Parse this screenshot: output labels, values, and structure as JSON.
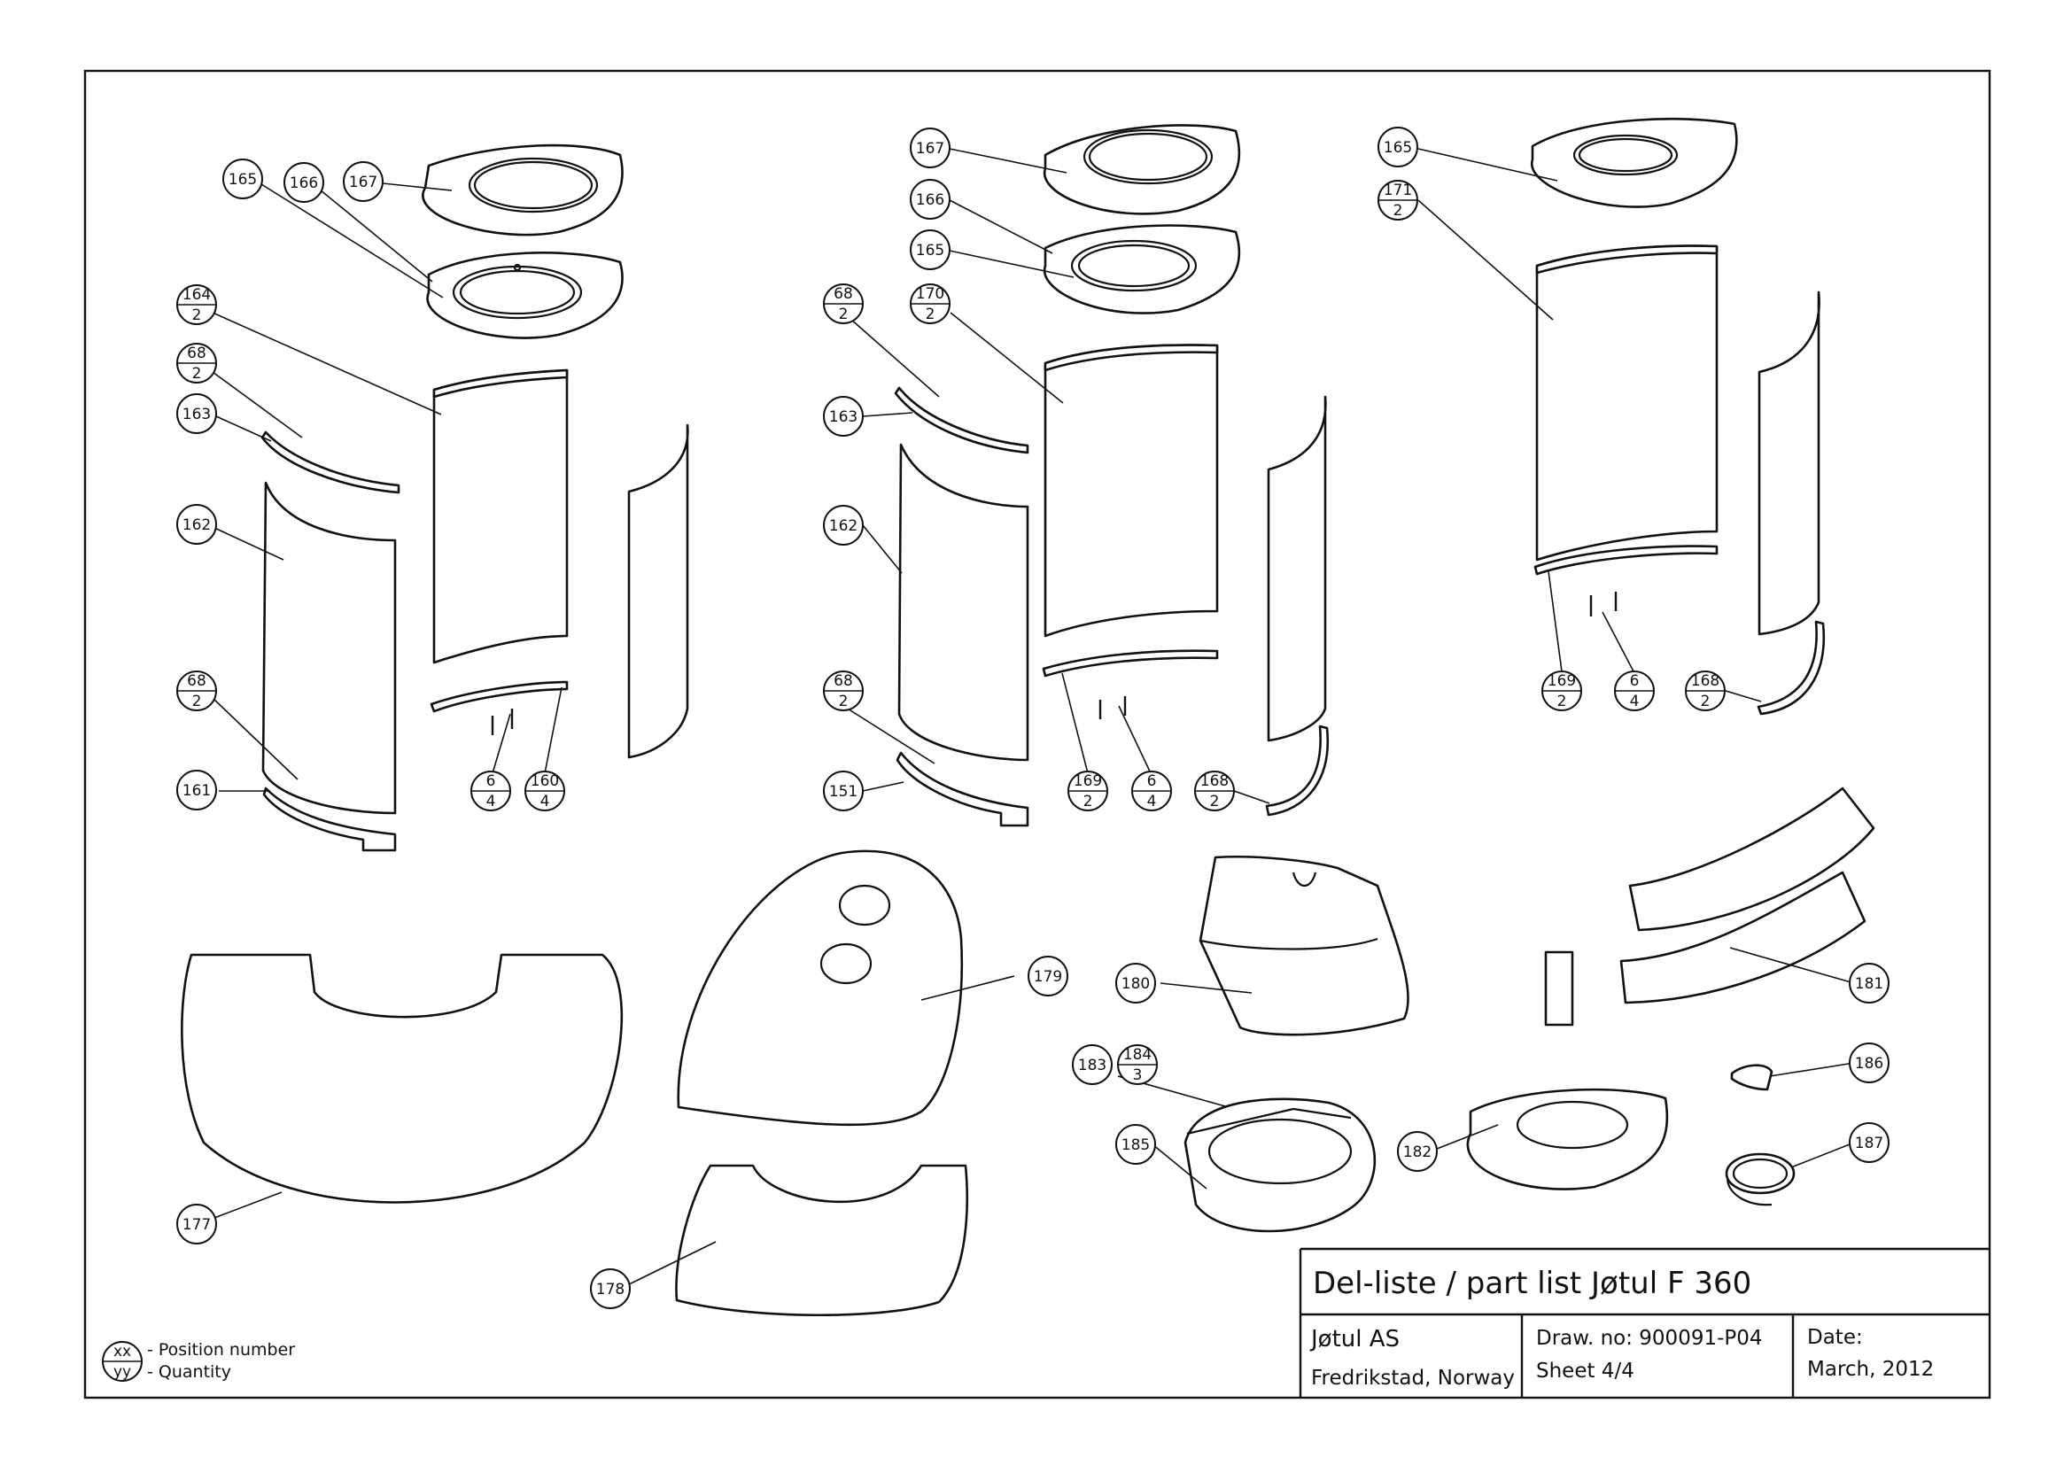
{
  "title_block": {
    "title": "Del-liste / part list Jøtul F 360",
    "company": "Jøtul AS",
    "location": "Fredrikstad, Norway",
    "drawing_no": "Draw. no: 900091-P04",
    "sheet": "Sheet 4/4",
    "date_label": "Date:",
    "date_value": "March, 2012"
  },
  "legend": {
    "top": "xx",
    "bottom": "yy",
    "position_label": "- Position number",
    "quantity_label": "- Quantity"
  },
  "callouts": {
    "c_165a": "165",
    "c_166a": "166",
    "c_167a": "167",
    "c_164": "164",
    "c_164q": "2",
    "c_68a": "68",
    "c_68aq": "2",
    "c_163a": "163",
    "c_162a": "162",
    "c_68b": "68",
    "c_68bq": "2",
    "c_161": "161",
    "c_6a": "6",
    "c_6aq": "4",
    "c_160": "160",
    "c_160q": "4",
    "c_167b": "167",
    "c_166b": "166",
    "c_165b": "165",
    "c_68c": "68",
    "c_68cq": "2",
    "c_170": "170",
    "c_170q": "2",
    "c_163b": "163",
    "c_162b": "162",
    "c_68d": "68",
    "c_68dq": "2",
    "c_151": "151",
    "c_169a": "169",
    "c_169aq": "2",
    "c_6b": "6",
    "c_6bq": "4",
    "c_168a": "168",
    "c_168aq": "2",
    "c_165c": "165",
    "c_171": "171",
    "c_171q": "2",
    "c_169b": "169",
    "c_169bq": "2",
    "c_6c": "6",
    "c_6cq": "4",
    "c_168b": "168",
    "c_168bq": "2",
    "c_179": "179",
    "c_180": "180",
    "c_181": "181",
    "c_183": "183",
    "c_184": "184",
    "c_184q": "3",
    "c_185": "185",
    "c_182": "182",
    "c_186": "186",
    "c_187": "187",
    "c_177": "177",
    "c_178": "178"
  }
}
